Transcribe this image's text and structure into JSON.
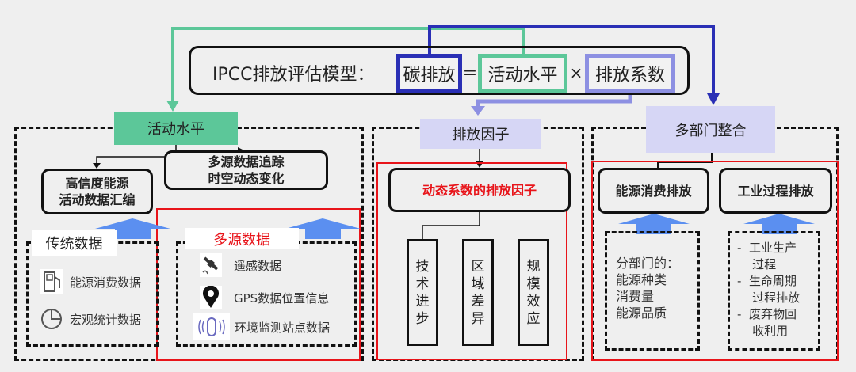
{
  "formula": {
    "prefix": "IPCC排放评估模型：",
    "carbon": "碳排放",
    "equals": "=",
    "activity": "活动水平",
    "times": "×",
    "factor": "排放系数"
  },
  "left": {
    "title": "活动水平",
    "tracking": "多源数据追踪\n时空动态变化",
    "compile": "高信度能源\n活动数据汇编",
    "traditional": {
      "label": "传统数据",
      "items": [
        {
          "icon": "fuel-pump-icon",
          "text": "能源消费数据"
        },
        {
          "icon": "pie-chart-icon",
          "text": "宏观统计数据"
        }
      ]
    },
    "multi": {
      "label": "多源数据",
      "items": [
        {
          "icon": "satellite-icon",
          "text": "遥感数据"
        },
        {
          "icon": "location-pin-icon",
          "text": "GPS数据位置信息"
        },
        {
          "icon": "sensor-icon",
          "text": "环境监测站点数据"
        }
      ]
    }
  },
  "middle": {
    "title": "排放因子",
    "dynamic": "动态系数的排放因子",
    "factors": [
      "技\n术\n进\n步",
      "区\n域\n差\n异",
      "规\n模\n效\n应"
    ]
  },
  "right": {
    "title": "多部门整合",
    "energy": "能源消费排放",
    "industry": "工业过程排放",
    "energy_detail": "分部门的：\n能源种类\n消费量\n能源品质",
    "industry_detail": [
      "-  工业生产\n    过程",
      "-  生命周期\n    过程排放",
      "-  废弃物回\n    收利用"
    ]
  },
  "colors": {
    "green": "#5cc799",
    "blue": "#2a2fb5",
    "periwinkle": "#8d90e2",
    "label_lav": "#d6d6f5",
    "red": "#e8141a",
    "arrow": "#5b8ff0"
  }
}
